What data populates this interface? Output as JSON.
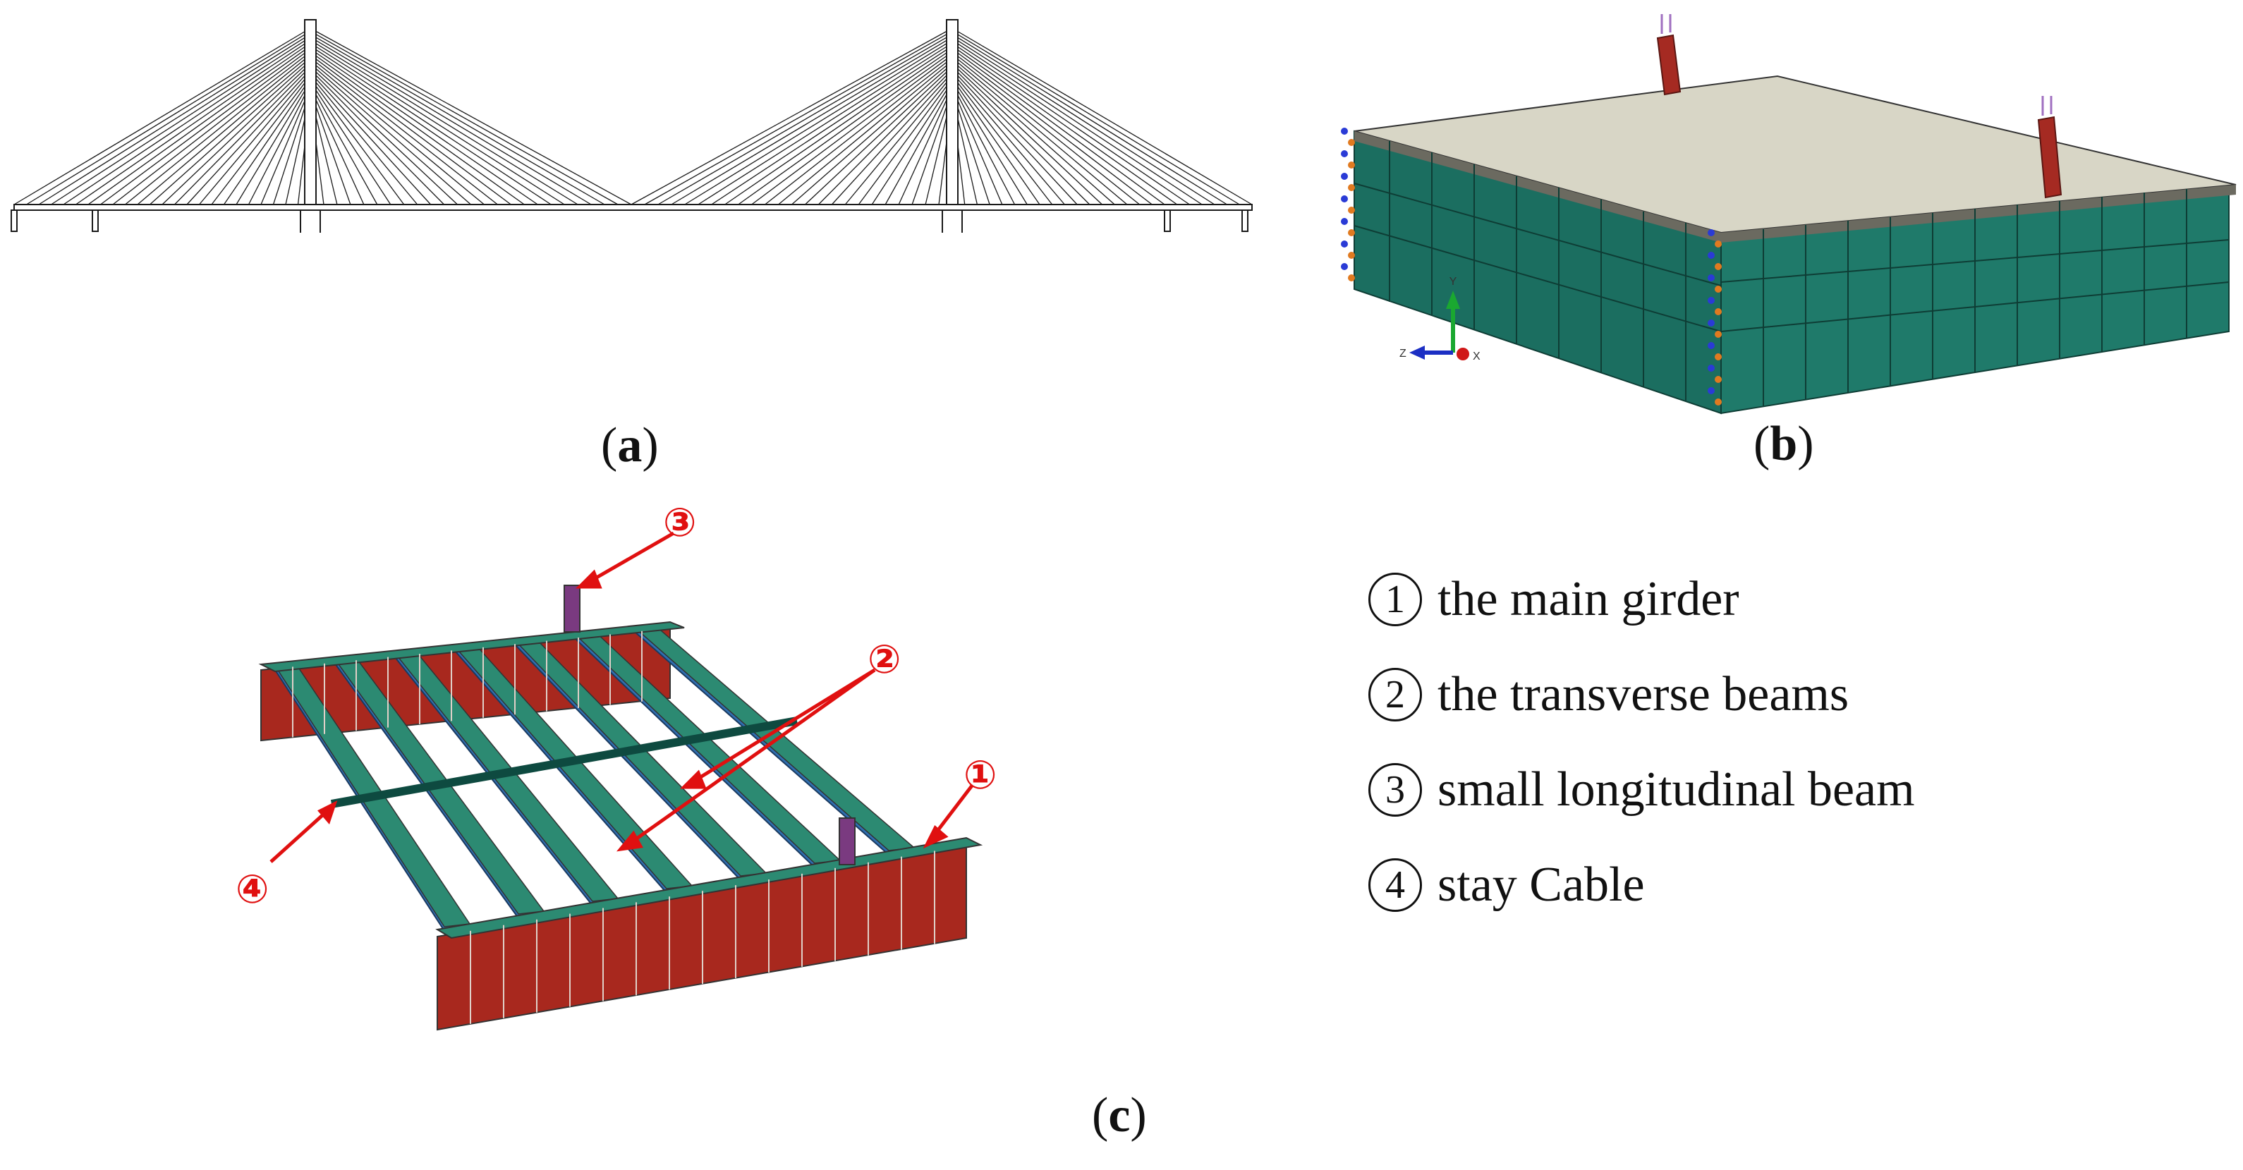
{
  "captions": {
    "a": "a",
    "b": "b",
    "c": "c"
  },
  "axes_triad": {
    "y": "Y",
    "z": "Z",
    "x": "X"
  },
  "markers": [
    "③",
    "②",
    "①",
    "④"
  ],
  "legend": [
    {
      "num": "1",
      "text": "the main girder"
    },
    {
      "num": "2",
      "text": "the transverse beams"
    },
    {
      "num": "3",
      "text": "small longitudinal beam"
    },
    {
      "num": "4",
      "text": "stay Cable"
    }
  ],
  "colors": {
    "line": "#1a1a1a",
    "deck": "#d8d6c6",
    "girder_teal": "#1f7a6a",
    "girder_dark": "#155c50",
    "cable_red": "#a52a22",
    "web_red": "#a8281e",
    "web_blue": "#2f6fb0",
    "flange_green": "#2c8a72",
    "annotation_red": "#e01010",
    "support_blue": "#2a3bd6",
    "support_orange": "#e07a20"
  }
}
